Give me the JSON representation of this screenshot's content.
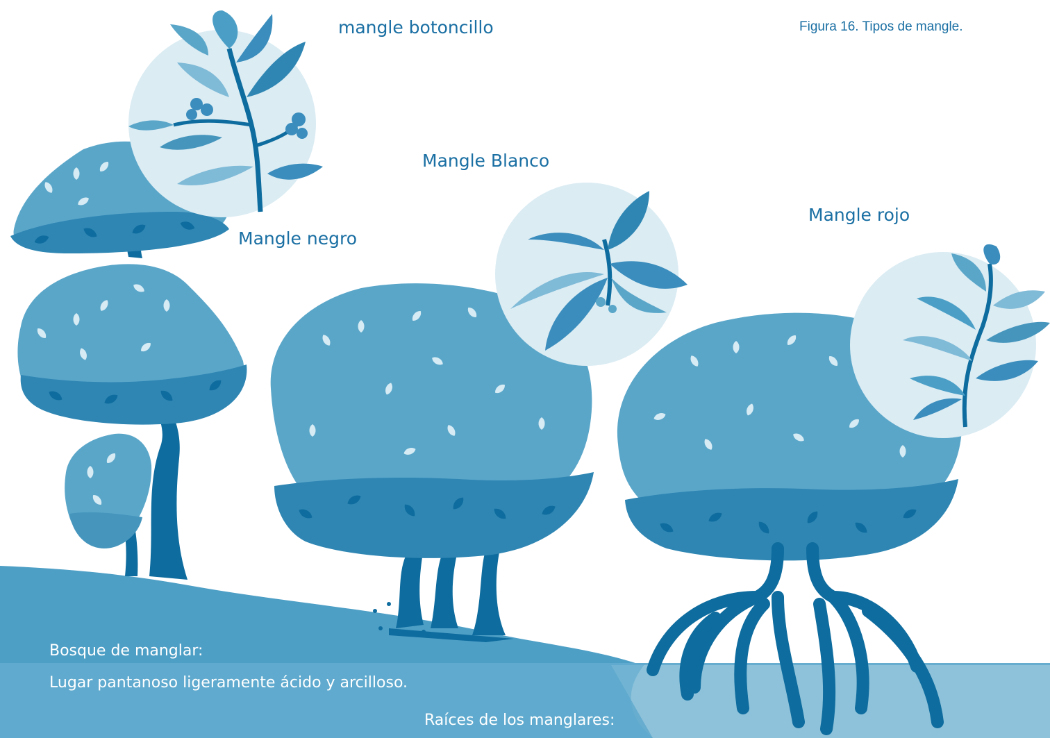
{
  "figure": {
    "caption": "Figura 16. Tipos de mangle."
  },
  "labels": {
    "botoncillo": "mangle botoncillo",
    "blanco": "Mangle Blanco",
    "negro": "Mangle negro",
    "rojo": "Mangle rojo",
    "bosque_title": "Bosque de manglar:",
    "bosque_desc": "Lugar pantanoso ligeramente ácido y arcilloso.",
    "raices": "Raíces de los manglares:"
  },
  "colors": {
    "canopy": "#5aa6c9",
    "canopy_dark": "#2f86b3",
    "trunk": "#0e6c9e",
    "leaf_light": "#d4e9f3",
    "inset_circle": "#dbecf3",
    "ground": "#4e9fc6",
    "water": "#8ec2da",
    "label_text": "#1a6fa3"
  },
  "icons": {
    "botoncillo_inset": "leaf-branch-with-buttons-icon",
    "blanco_inset": "rounded-leaf-branch-icon",
    "rojo_inset": "serrated-leaf-branch-icon"
  }
}
